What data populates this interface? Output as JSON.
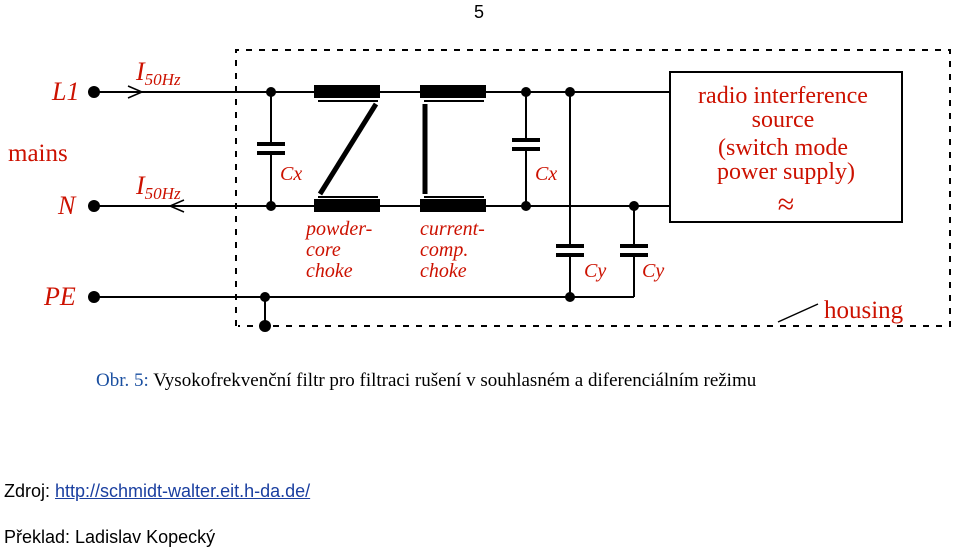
{
  "page_number": "5",
  "diagram": {
    "line_labels": {
      "l1": "L1",
      "n": "N",
      "pe": "PE",
      "mains": "mains"
    },
    "current_label_prefix": "I",
    "current_label_sub": "50Hz",
    "cap_labels": {
      "cx": "Cx",
      "cy": "Cy"
    },
    "choke_labels": {
      "powder": [
        "powder-",
        "core",
        "choke"
      ],
      "current": [
        "current-",
        "comp.",
        "choke"
      ]
    },
    "source_box": {
      "lines": [
        "radio interference",
        "source",
        "(switch mode",
        "power supply)"
      ],
      "symbol": "≈"
    },
    "housing_label": "housing",
    "colors": {
      "red": "#cc1100",
      "wire": "#000000"
    }
  },
  "caption": {
    "prefix": "Obr. 5:",
    "text": " Vysokofrekvenční filtr pro filtraci rušení v souhlasném a diferenciálním režimu"
  },
  "source": {
    "label": "Zdroj: ",
    "link": "http://schmidt-walter.eit.h-da.de/"
  },
  "translator": "Překlad: Ladislav Kopecký"
}
